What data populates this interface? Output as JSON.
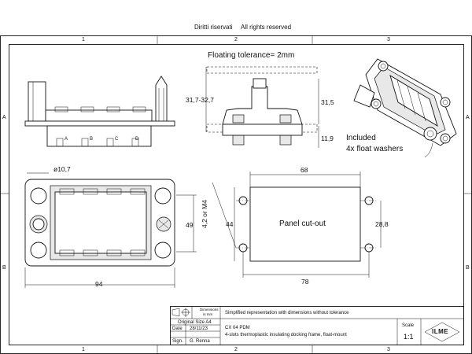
{
  "header": {
    "rights_it": "Diritti riservati",
    "rights_en": "All rights reserved"
  },
  "zones": {
    "top": [
      "1",
      "2",
      "3"
    ],
    "side": [
      "A",
      "B"
    ]
  },
  "notes": {
    "floating_tolerance": "Floating tolerance= 2mm",
    "included_line1": "Included",
    "included_line2": "4x float washers",
    "panel_cutout": "Panel cut-out"
  },
  "side_view": {
    "slot_labels": [
      "A",
      "B",
      "C",
      "D"
    ]
  },
  "dimensions": {
    "d_diameter": "ø10,7",
    "d_31_7": "31,7-32,7",
    "d_31_5": "31,5",
    "d_11_9": "11,9",
    "d_49": "49",
    "d_94": "94",
    "d_68": "68",
    "d_44": "44",
    "d_28_8": "28,8",
    "d_78": "78",
    "d_hole": "4,2 or M4"
  },
  "title_block": {
    "dim_unit_line1": "Dimensions",
    "dim_unit_line2": "in mm",
    "note": "Simplified representation with dimensions without tolerance",
    "original_size_label": "Original Size A4",
    "date_label": "Date",
    "date_value": "28/11/23",
    "sign_label": "Sign.",
    "sign_value": "G. Renna",
    "code": "CX  04 PDM",
    "description": "4-slots thermoplastic insulating docking frame, float-mount",
    "scale_label": "Scale",
    "scale_value": "1:1",
    "logo_text": "ILME"
  }
}
